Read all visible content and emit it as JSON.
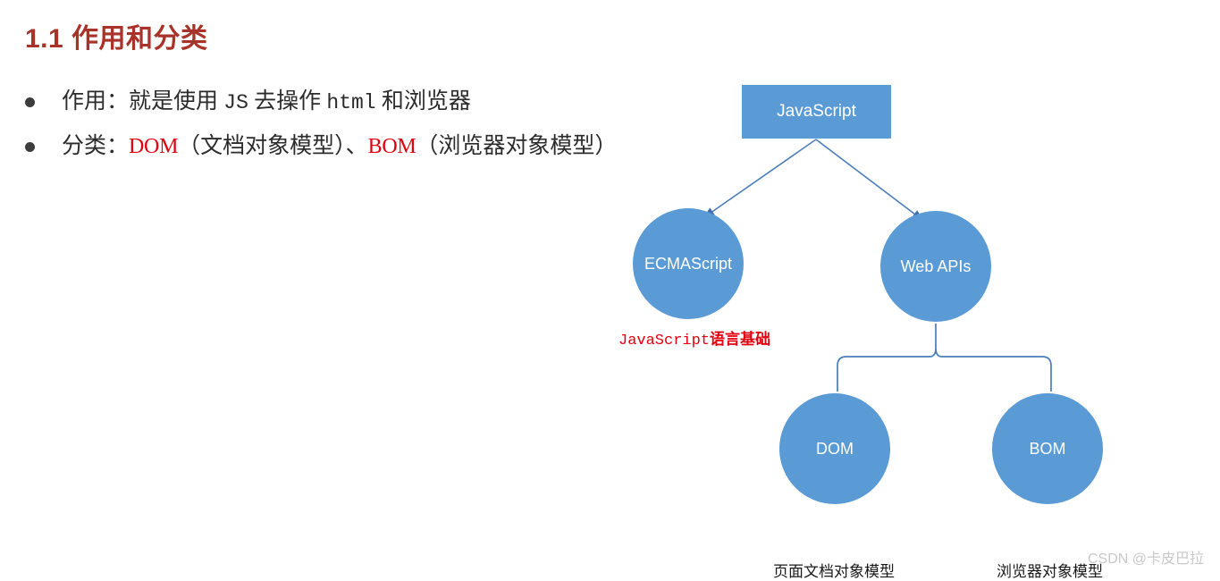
{
  "heading": {
    "text": "1.1 作用和分类",
    "color": "#a8332a"
  },
  "bullets": [
    {
      "prefix": "作用：就是使用 ",
      "mono1": "JS",
      "middle": " 去操作 ",
      "mono2": "html",
      "suffix": " 和浏览器"
    },
    {
      "prefix": "分类：",
      "red1": "DOM",
      "middle": "（文档对象模型）、",
      "red2": "BOM",
      "suffix": "（浏览器对象模型）"
    }
  ],
  "diagram": {
    "accent_color": "#5b9bd5",
    "line_color": "#4a7ebb",
    "nodes": {
      "javascript": "JavaScript",
      "ecmascript": "ECMAScript",
      "webapis": "Web APIs",
      "dom": "DOM",
      "bom": "BOM"
    },
    "captions": {
      "ecmascript_mono": "JavaScript",
      "ecmascript_cjk": "语言基础",
      "ecmascript_color": "#e2000f",
      "dom": "页面文档对象模型",
      "bom": "浏览器对象模型"
    }
  },
  "watermark": {
    "text": "CSDN @卡皮巴拉"
  }
}
